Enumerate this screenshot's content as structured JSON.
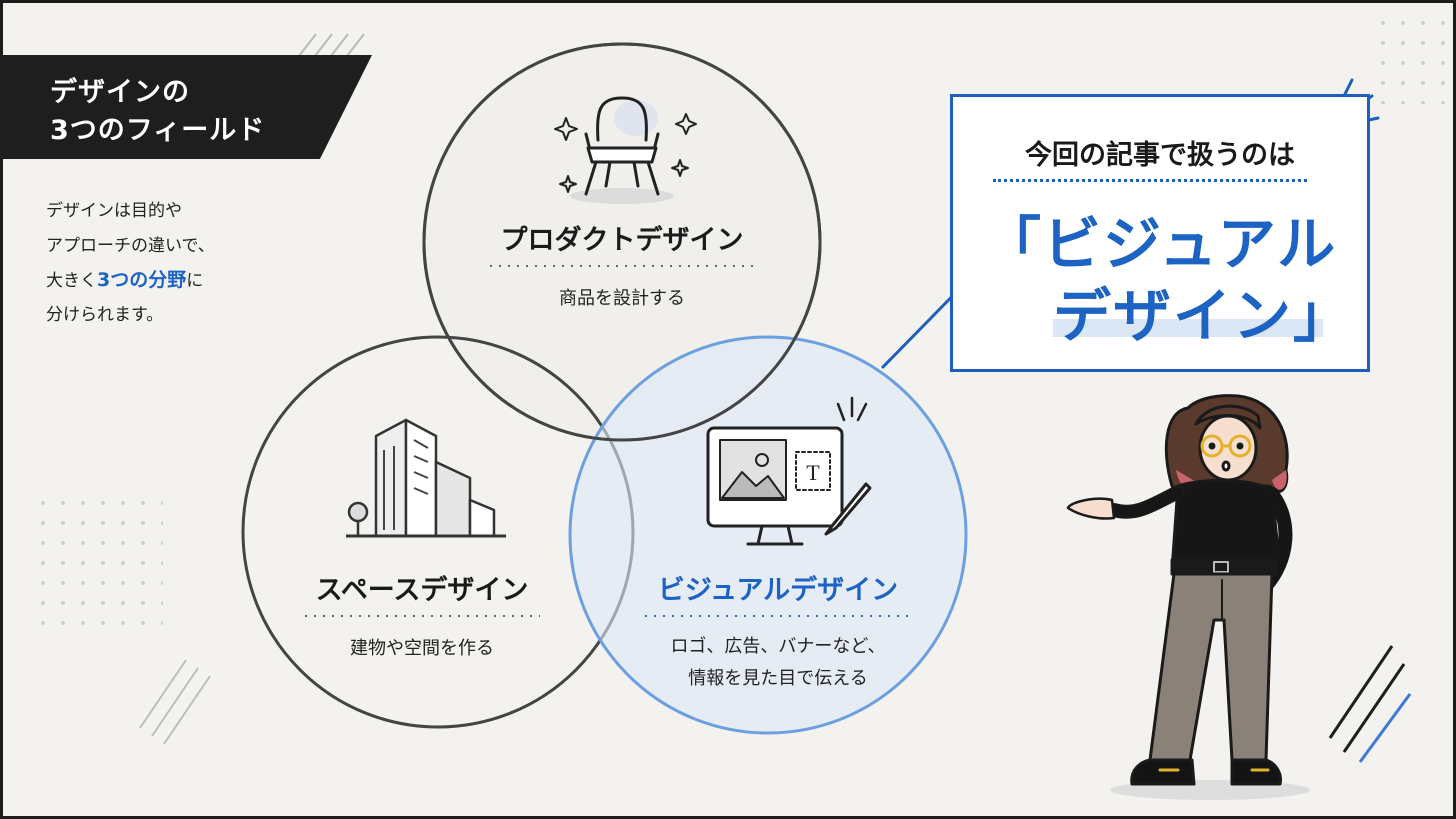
{
  "title": {
    "line1": "デザインの",
    "line2": "3つのフィールド"
  },
  "intro": {
    "line1": "デザインは目的や",
    "line2": "アプローチの違いで、",
    "line3_pre": "大きく",
    "line3_accent": "3つの分野",
    "line3_post": "に",
    "line4": "分けられます。"
  },
  "circles": {
    "product": {
      "title": "プロダクトデザイン",
      "desc": "商品を設計する",
      "icon": "chair-icon"
    },
    "space": {
      "title": "スペースデザイン",
      "desc": "建物や空間を作る",
      "icon": "building-icon"
    },
    "visual": {
      "title": "ビジュアルデザイン",
      "desc1": "ロゴ、広告、バナーなど、",
      "desc2": "情報を見た目で伝える",
      "icon": "monitor-icon"
    }
  },
  "callout": {
    "heading": "今回の記事で扱うのは",
    "big1": "「ビジュアル",
    "big2": "デザイン」"
  },
  "colors": {
    "accent": "#1c63c4",
    "dark": "#1e1e1e",
    "background": "#f3f2ef"
  }
}
